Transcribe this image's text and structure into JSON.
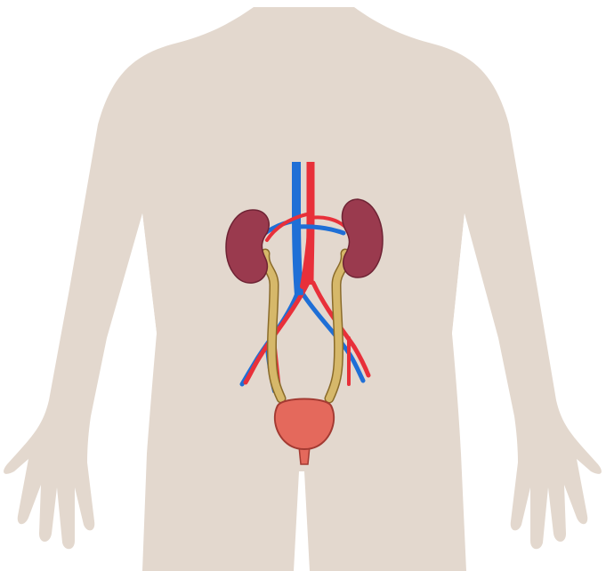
{
  "colors": {
    "background": "#ffffff",
    "body": "#e3d8ce",
    "kidney": "#9a3a4e",
    "kidney_outline": "#6e2334",
    "vein": "#1f6fd6",
    "artery": "#e8303a",
    "ureter": "#d6b86a",
    "ureter_outline": "#8a6b2a",
    "bladder": "#e4695c",
    "bladder_outline": "#a33a32"
  },
  "illustration": {
    "subject": "urinary-system-diagram",
    "figure": "human-torso-silhouette",
    "organs": [
      "left-kidney",
      "right-kidney",
      "left-ureter",
      "right-ureter",
      "bladder",
      "urethra"
    ],
    "vessels": [
      "vena-cava",
      "aorta",
      "renal-veins",
      "renal-arteries",
      "iliac-veins",
      "iliac-arteries"
    ]
  }
}
